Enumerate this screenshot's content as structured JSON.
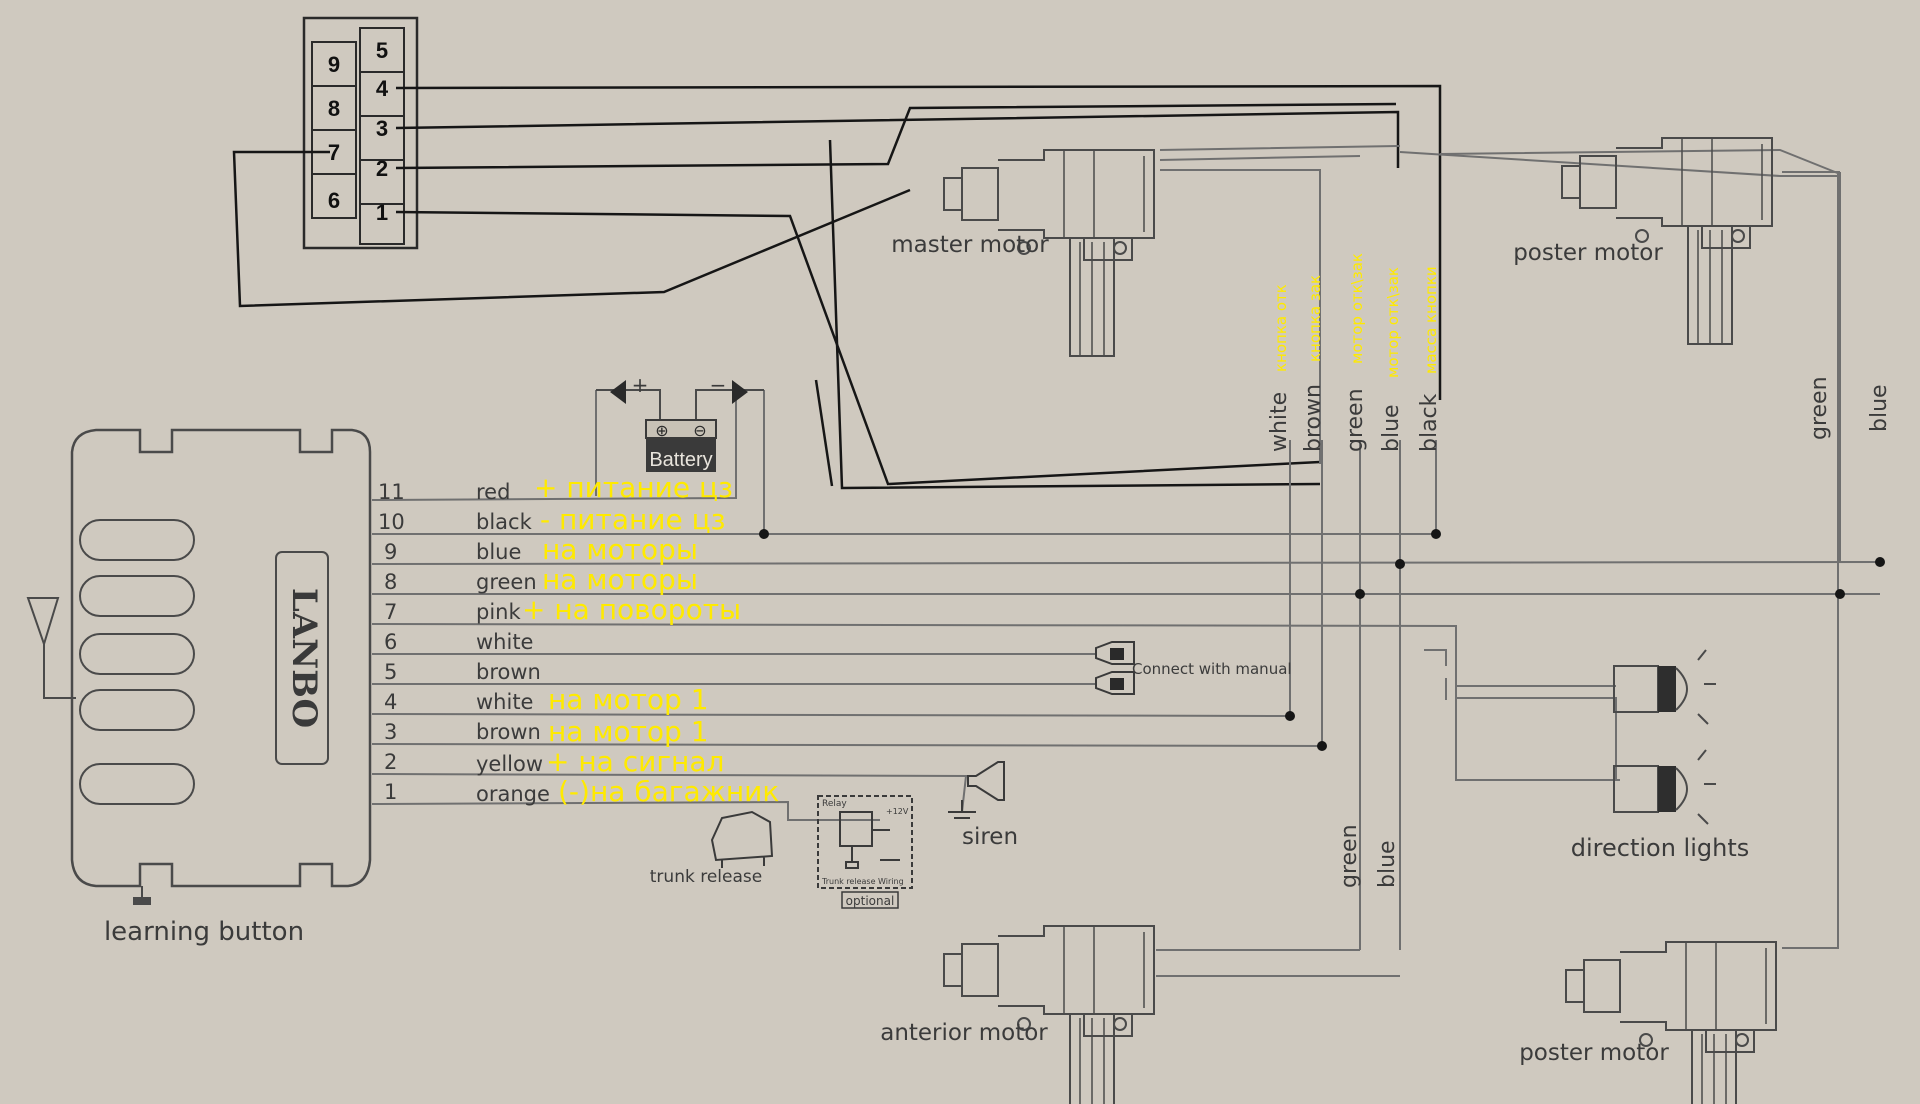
{
  "connector": {
    "pins": [
      "9",
      "8",
      "7",
      "6",
      "5",
      "4",
      "3",
      "2",
      "1"
    ]
  },
  "unit": {
    "brand": "LANBO",
    "learning_button": "learning button"
  },
  "battery": {
    "label": "Battery",
    "plus": "+",
    "minus": "−",
    "plus_sym": "⊕",
    "minus_sym": "⊖"
  },
  "wires": [
    {
      "num": "11",
      "color": "red",
      "note": "+ питание цз"
    },
    {
      "num": "10",
      "color": "black",
      "note": "- питание цз"
    },
    {
      "num": "9",
      "color": "blue",
      "note": "на моторы"
    },
    {
      "num": "8",
      "color": "green",
      "note": "на моторы"
    },
    {
      "num": "7",
      "color": "pink",
      "note": "+ на повороты"
    },
    {
      "num": "6",
      "color": "white",
      "note": ""
    },
    {
      "num": "5",
      "color": "brown",
      "note": ""
    },
    {
      "num": "4",
      "color": "white",
      "note": "на мотор 1"
    },
    {
      "num": "3",
      "color": "brown",
      "note": "на мотор 1"
    },
    {
      "num": "2",
      "color": "yellow",
      "note": "+ на сигнал"
    },
    {
      "num": "1",
      "color": "orange",
      "note": "(-)на багажник"
    }
  ],
  "master_wires": [
    {
      "color": "white",
      "note": "кнопка отк"
    },
    {
      "color": "brown",
      "note": "кнопка зак"
    },
    {
      "color": "green",
      "note": "мотор отк\\зак"
    },
    {
      "color": "blue",
      "note": "мотор отк\\зак"
    },
    {
      "color": "black",
      "note": "масса кнопки"
    }
  ],
  "right_wires": {
    "green": "green",
    "blue": "blue"
  },
  "bottom_wires": {
    "green": "green",
    "blue": "blue"
  },
  "motors": {
    "master": "master motor",
    "poster_top": "poster motor",
    "anterior": "anterior motor",
    "poster_bottom": "poster motor"
  },
  "connect_manual": "Connect with manual",
  "siren": "siren",
  "trunk_release": "trunk release",
  "relay": {
    "title": "Relay",
    "voltage": "+12V",
    "wiring": "Trunk release Wiring",
    "optional": "optional"
  },
  "direction_lights": "direction lights"
}
